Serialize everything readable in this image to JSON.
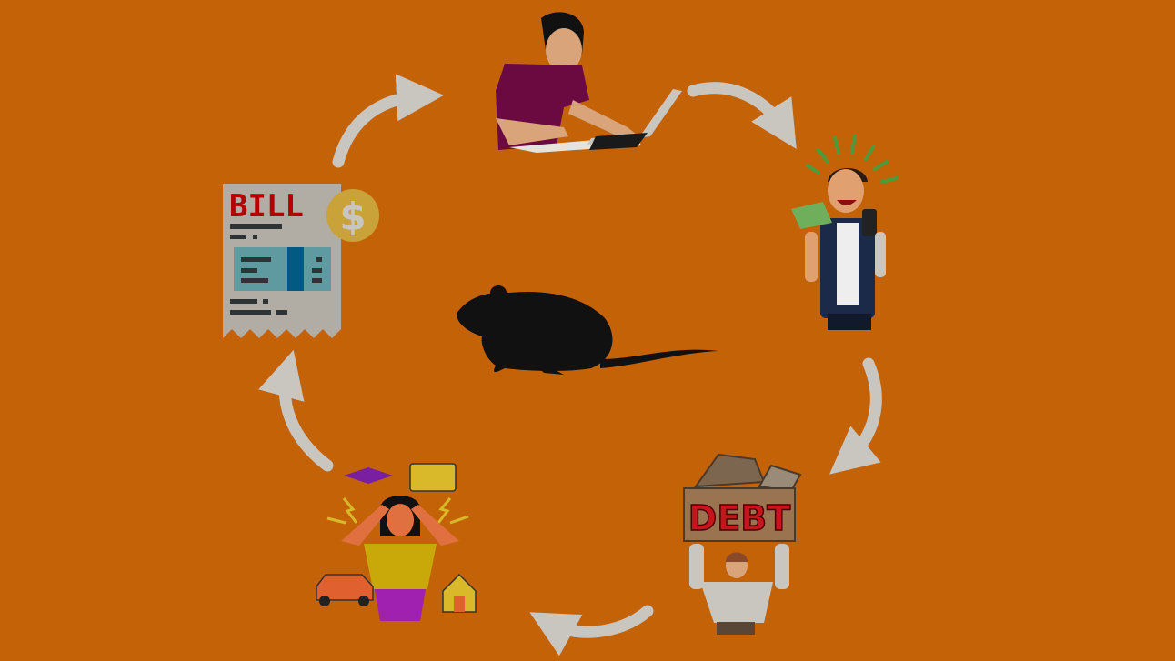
{
  "colors": {
    "background": "#c46208",
    "arrow": "#c9c6c0",
    "bill_red": "#b30000",
    "debt_red": "#c8141c",
    "rat": "#111111"
  },
  "bill": {
    "title": "BILL",
    "coin_symbol": "$"
  },
  "debt": {
    "label": "DEBT"
  },
  "cycle_steps": [
    "working-on-laptop",
    "receiving-money",
    "carrying-debt",
    "stressed-by-expenses",
    "bill"
  ],
  "center": "rat"
}
